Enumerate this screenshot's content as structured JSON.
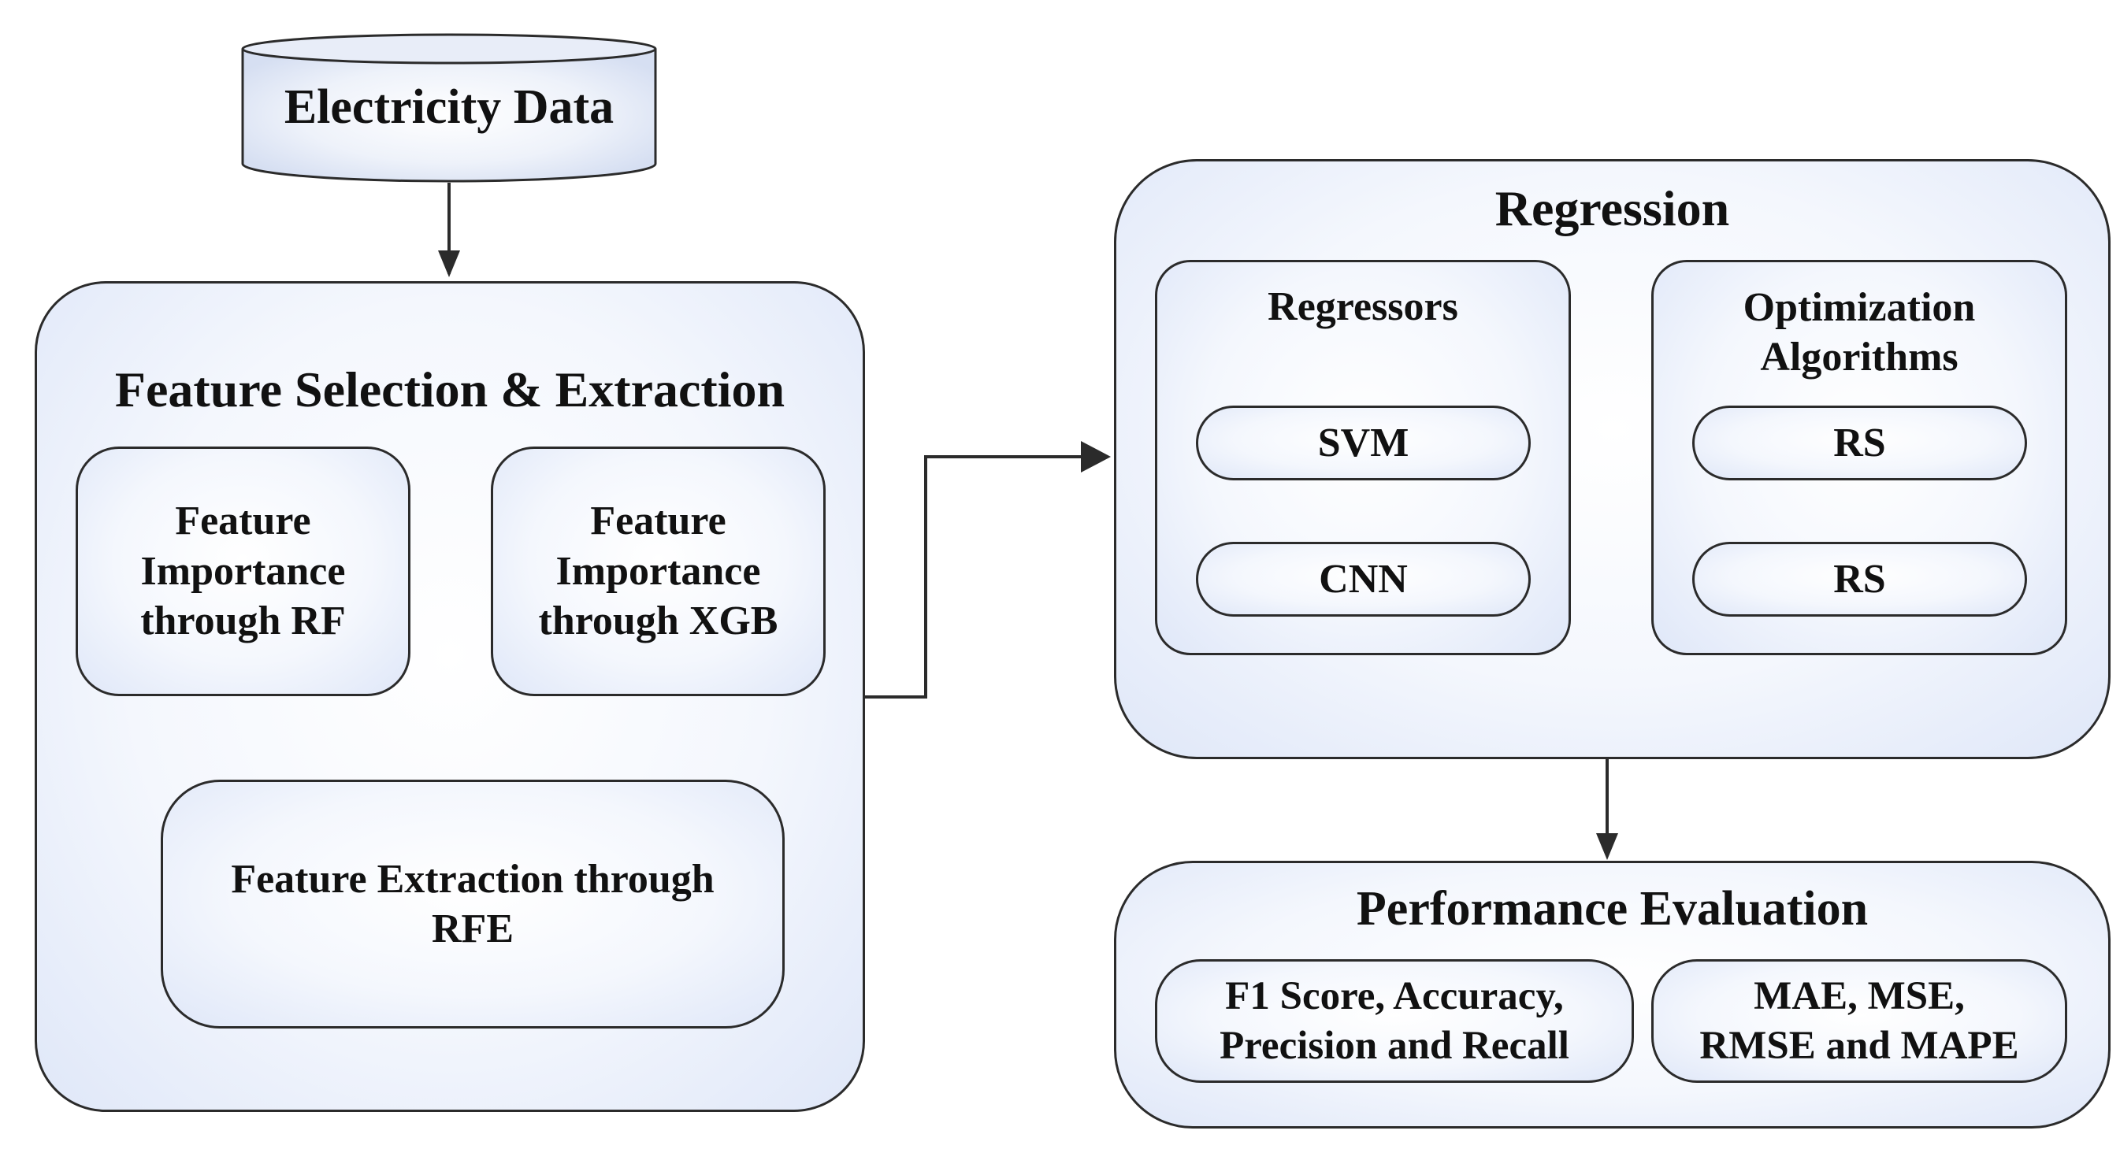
{
  "source": {
    "title": "Electricity Data"
  },
  "feature_panel": {
    "title": "Feature Selection & Extraction",
    "rf_box": "Feature\nImportance\nthrough RF",
    "xgb_box": "Feature\nImportance\nthrough XGB",
    "rfe_box": "Feature Extraction through\nRFE"
  },
  "regression_panel": {
    "title": "Regression",
    "regressors_title": "Regressors",
    "regressors": [
      "SVM",
      "CNN"
    ],
    "optimization_title": "Optimization\nAlgorithms",
    "optimizers": [
      "RS",
      "RS"
    ]
  },
  "evaluation_panel": {
    "title": "Performance Evaluation",
    "classification_metrics": "F1 Score, Accuracy,\nPrecision and Recall",
    "regression_metrics": "MAE, MSE,\nRMSE and MAPE"
  },
  "colors": {
    "stroke": "#2b2b2b",
    "fill_edge": "#dfe7f8",
    "fill_center": "#ffffff"
  }
}
